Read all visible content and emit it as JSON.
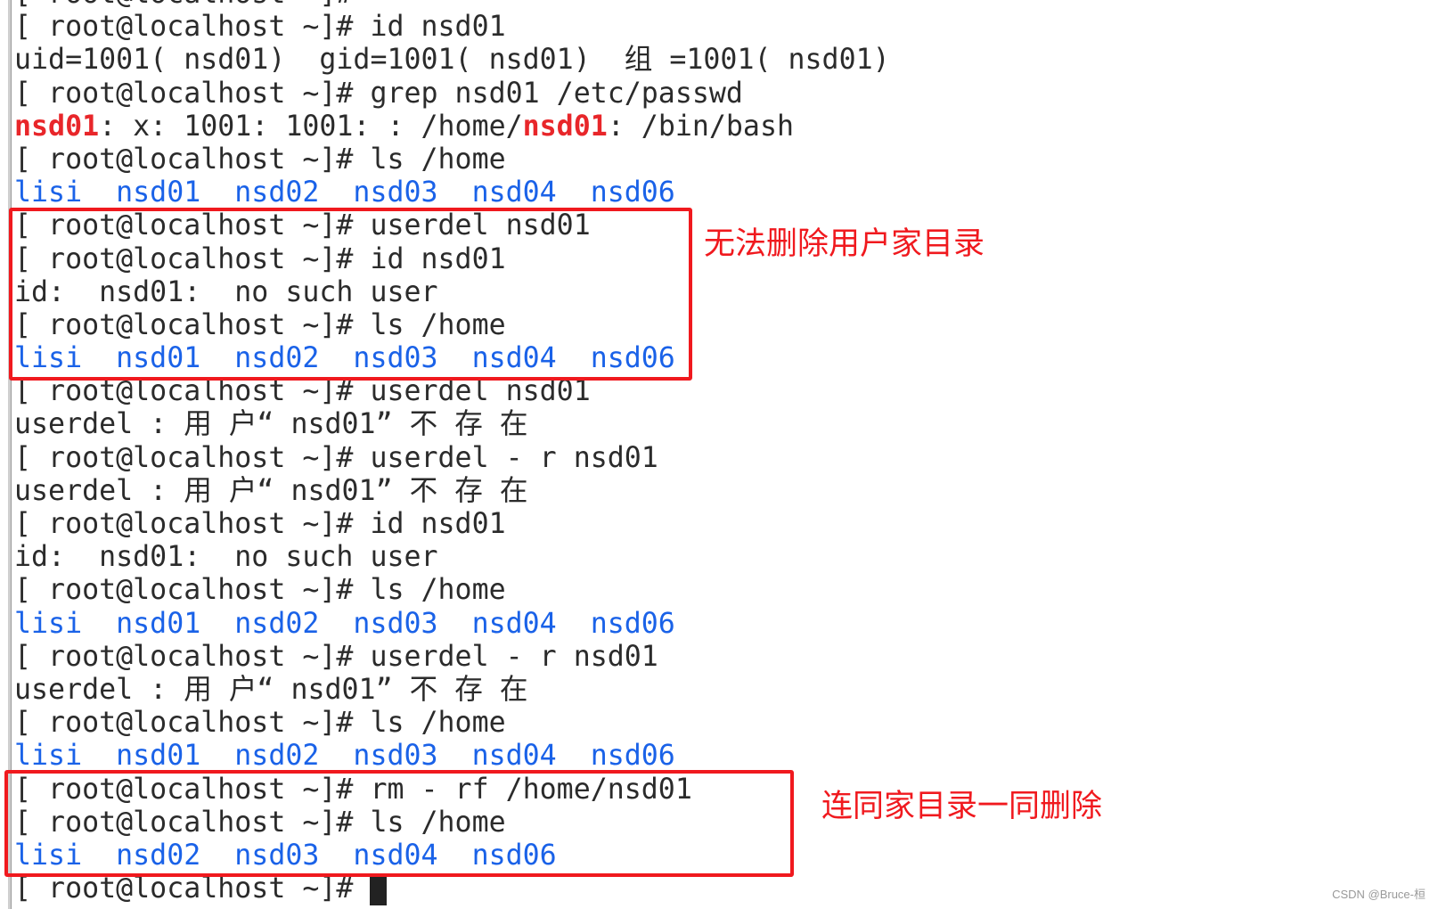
{
  "terminal": {
    "lines": [
      [
        {
          "t": "[ root@localhost ~]#"
        }
      ],
      [
        {
          "t": "[ root@localhost ~]# id nsd01"
        }
      ],
      [
        {
          "t": "uid=1001( nsd01)  gid=1001( nsd01)  组 =1001( nsd01)"
        }
      ],
      [
        {
          "t": "[ root@localhost ~]# grep nsd01 /etc/passwd"
        }
      ],
      [
        {
          "t": "nsd01",
          "c": "red"
        },
        {
          "t": ": x: 1001: 1001: : /home/"
        },
        {
          "t": "nsd01",
          "c": "red"
        },
        {
          "t": ": /bin/bash"
        }
      ],
      [
        {
          "t": "[ root@localhost ~]# ls /home"
        }
      ],
      [
        {
          "t": "lisi  nsd01  nsd02  nsd03  nsd04  nsd06",
          "c": "blue"
        }
      ],
      [
        {
          "t": "[ root@localhost ~]# userdel nsd01"
        }
      ],
      [
        {
          "t": "[ root@localhost ~]# id nsd01"
        }
      ],
      [
        {
          "t": "id:  nsd01:  no such user"
        }
      ],
      [
        {
          "t": "[ root@localhost ~]# ls /home"
        }
      ],
      [
        {
          "t": "lisi  nsd01  nsd02  nsd03  nsd04  nsd06",
          "c": "blue"
        }
      ],
      [
        {
          "t": "[ root@localhost ~]# userdel nsd01"
        }
      ],
      [
        {
          "t": "userdel : 用 户“ nsd01” 不 存 在"
        }
      ],
      [
        {
          "t": "[ root@localhost ~]# userdel - r nsd01"
        }
      ],
      [
        {
          "t": "userdel : 用 户“ nsd01” 不 存 在"
        }
      ],
      [
        {
          "t": "[ root@localhost ~]# id nsd01"
        }
      ],
      [
        {
          "t": "id:  nsd01:  no such user"
        }
      ],
      [
        {
          "t": "[ root@localhost ~]# ls /home"
        }
      ],
      [
        {
          "t": "lisi  nsd01  nsd02  nsd03  nsd04  nsd06",
          "c": "blue"
        }
      ],
      [
        {
          "t": "[ root@localhost ~]# userdel - r nsd01"
        }
      ],
      [
        {
          "t": "userdel : 用 户“ nsd01” 不 存 在"
        }
      ],
      [
        {
          "t": "[ root@localhost ~]# ls /home"
        }
      ],
      [
        {
          "t": "lisi  nsd01  nsd02  nsd03  nsd04  nsd06",
          "c": "blue"
        }
      ],
      [
        {
          "t": "[ root@localhost ~]# rm - rf /home/nsd01"
        }
      ],
      [
        {
          "t": "[ root@localhost ~]# ls /home"
        }
      ],
      [
        {
          "t": "lisi  nsd02  nsd03  nsd04  nsd06",
          "c": "blue"
        }
      ],
      [
        {
          "t": "[ root@localhost ~]# "
        }
      ]
    ]
  },
  "annotations": {
    "note1": "无法删除用户家目录",
    "note2": "连同家目录一同删除"
  },
  "colors": {
    "directory": "#1a62e8",
    "highlight": "#e8262a",
    "annotation": "#f0191e"
  },
  "watermark": "CSDN @Bruce-桓"
}
